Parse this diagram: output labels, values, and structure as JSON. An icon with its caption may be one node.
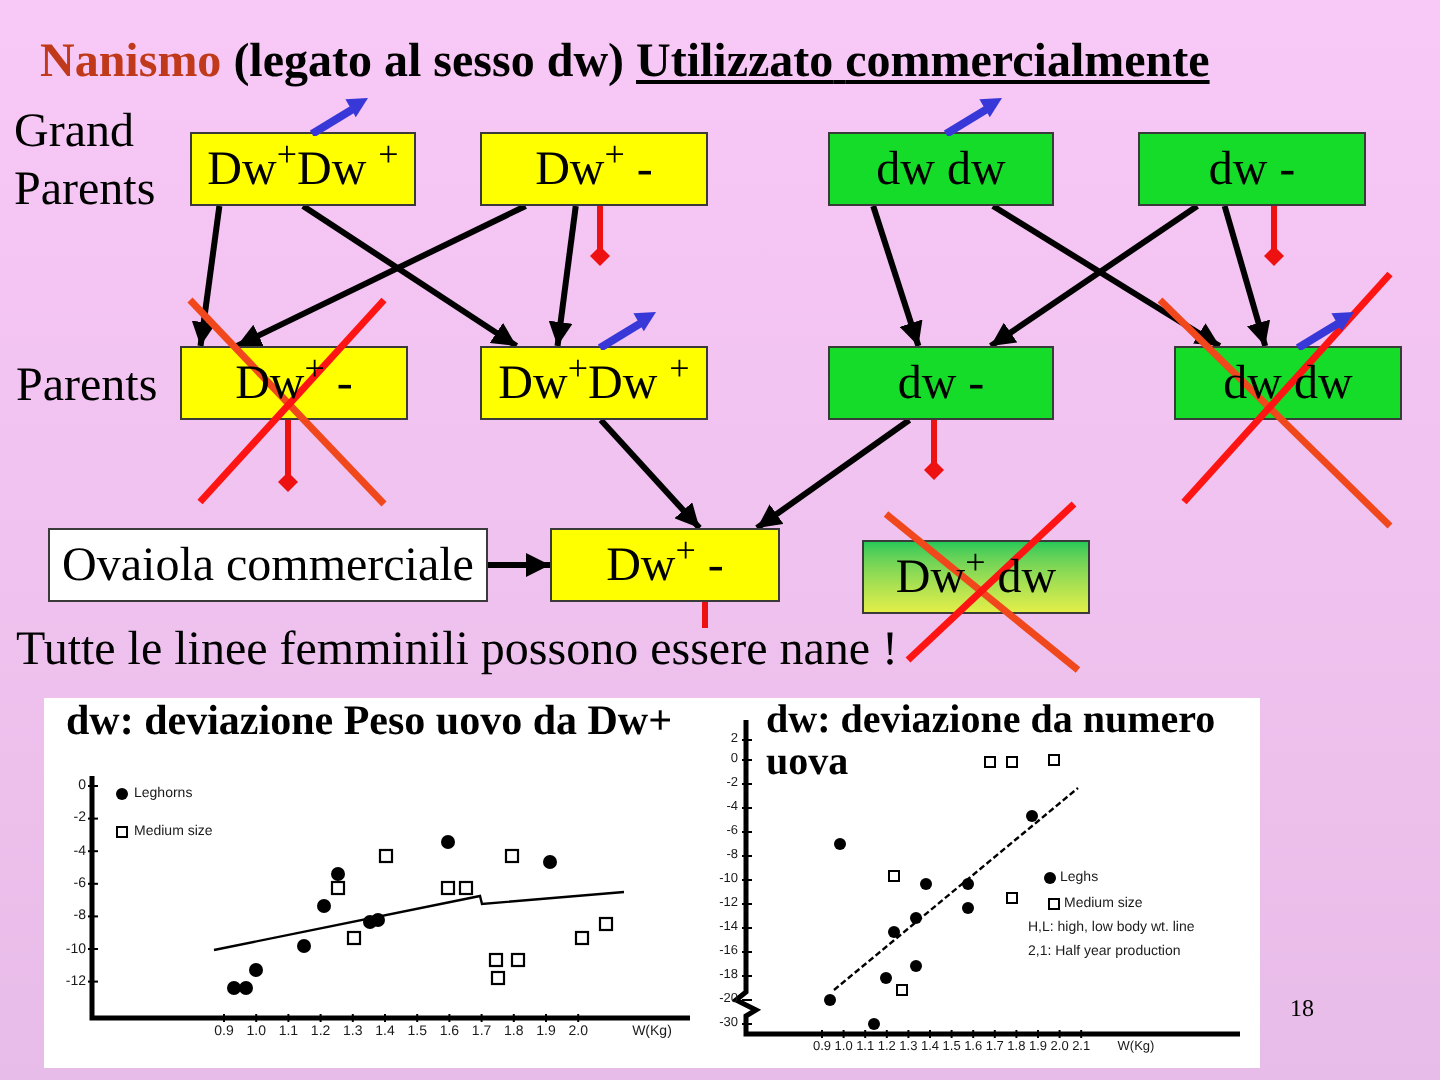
{
  "diagram": {
    "title": "Nanismo (legato al sesso dw) Utilizzato commercialmente",
    "nodes": [
      {
        "text": [
          "Dw$^{+}$Dw $^{+}$"
        ]
      },
      {
        "text": [
          "Dw$^{+}$ -"
        ]
      },
      {
        "text": [
          "dw dw"
        ]
      },
      {
        "text": [
          "dw -"
        ]
      },
      {
        "text": [
          "Dw$^{+}$ -"
        ]
      },
      {
        "text": [
          "Dw$^{+}$Dw $^{+}$"
        ]
      },
      {
        "text": [
          "dw -"
        ]
      },
      {
        "text": [
          "dw dw"
        ]
      },
      {
        "text": [
          "Ovaiola commerciale"
        ]
      },
      {
        "text": [
          "Dw$^{+}$ -"
        ]
      },
      {
        "text": [
          "Dw$^{+}$ dw"
        ]
      }
    ],
    "edges": [
      {
        "from": 0,
        "to": 4,
        "arrow": "to"
      },
      {
        "from": 0,
        "to": 5,
        "arrow": "to"
      },
      {
        "from": 1,
        "to": 4,
        "arrow": "to"
      },
      {
        "from": 1,
        "to": 5,
        "arrow": "to"
      },
      {
        "from": 2,
        "to": 6,
        "arrow": "to"
      },
      {
        "from": 2,
        "to": 7,
        "arrow": "to"
      },
      {
        "from": 3,
        "to": 6,
        "arrow": "to"
      },
      {
        "from": 3,
        "to": 7,
        "arrow": "to"
      },
      {
        "from": 5,
        "to": 9,
        "arrow": "to"
      },
      {
        "from": 6,
        "to": 9,
        "arrow": "to"
      },
      {
        "from": 8,
        "to": 9,
        "arrow": "to"
      }
    ],
    "labels": [
      "Grand Parents",
      "Parents",
      "Tutte le linee femminili possono essere nane !",
      "dw: deviazione Peso uovo da Dw+",
      "Leghorns",
      "Medium size",
      "0",
      "-2",
      "-4",
      "-6",
      "-8",
      "-10",
      "-12",
      "0.9",
      "1.0",
      "1.1",
      "1.2",
      "1.3",
      "1.4",
      "1.5",
      "1.6",
      "1.7",
      "1.8",
      "1.9",
      "2.0",
      "W(Kg)",
      "dw: deviazione da numero uova",
      "2",
      "0",
      "-2",
      "-4",
      "-6",
      "-8",
      "-10",
      "-12",
      "-14",
      "-16",
      "-18",
      "-20",
      "-30",
      "Leghs",
      "Medium size",
      "H,L: high, low body wt. line",
      "2,1: Half year production",
      "0.9",
      "1.0",
      "1.1",
      "1.2",
      "1.3",
      "1.4",
      "1.5",
      "1.6",
      "1.7",
      "1.8",
      "1.9",
      "2.0",
      "2.1",
      "W(Kg)",
      "18"
    ]
  }
}
